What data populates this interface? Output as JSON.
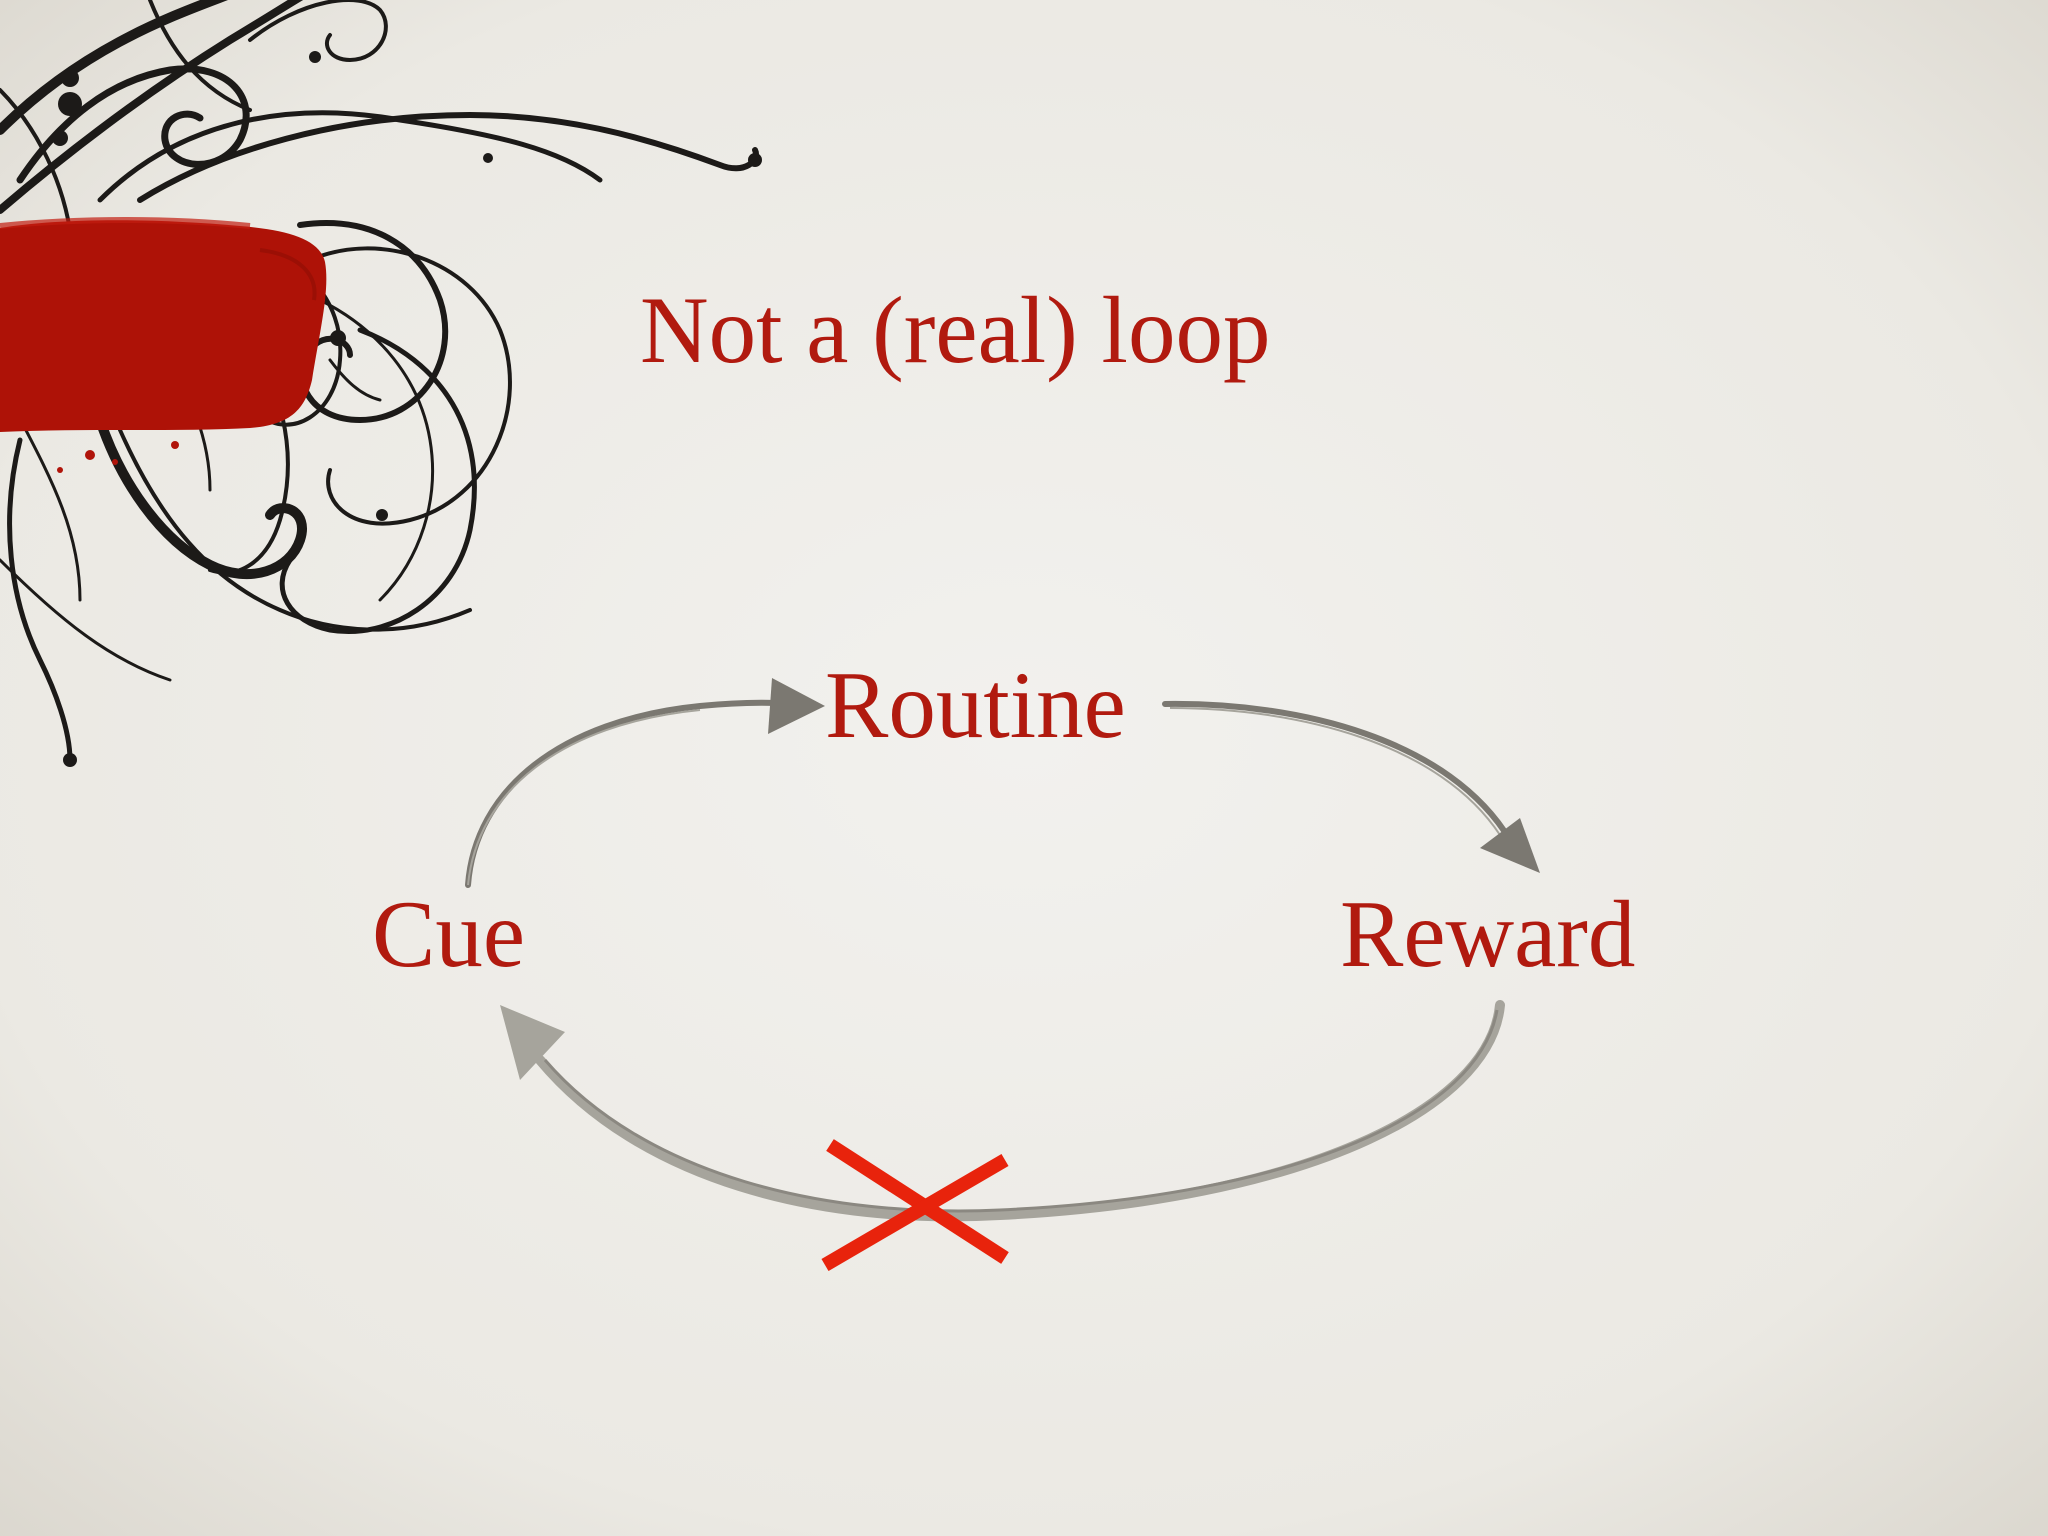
{
  "slide": {
    "title": "Not a (real) loop",
    "nodes": {
      "routine": "Routine",
      "cue": "Cue",
      "reward": "Reward"
    },
    "edges": [
      {
        "from": "Cue",
        "to": "Routine",
        "status": "active"
      },
      {
        "from": "Routine",
        "to": "Reward",
        "status": "active"
      },
      {
        "from": "Reward",
        "to": "Cue",
        "status": "broken"
      }
    ],
    "decoration": {
      "ornament": "black-swirl-flourish",
      "brush_stroke": "red-paint-stroke",
      "broken_mark": "red-x-mark"
    }
  },
  "colors": {
    "background": "#f0efeb",
    "text_accent": "#b11a0f",
    "arrow": "#7b7871",
    "arrow_light": "#a6a49c",
    "cross": "#e8230c",
    "paint": "#ae1207",
    "ink": "#1c1a18"
  }
}
